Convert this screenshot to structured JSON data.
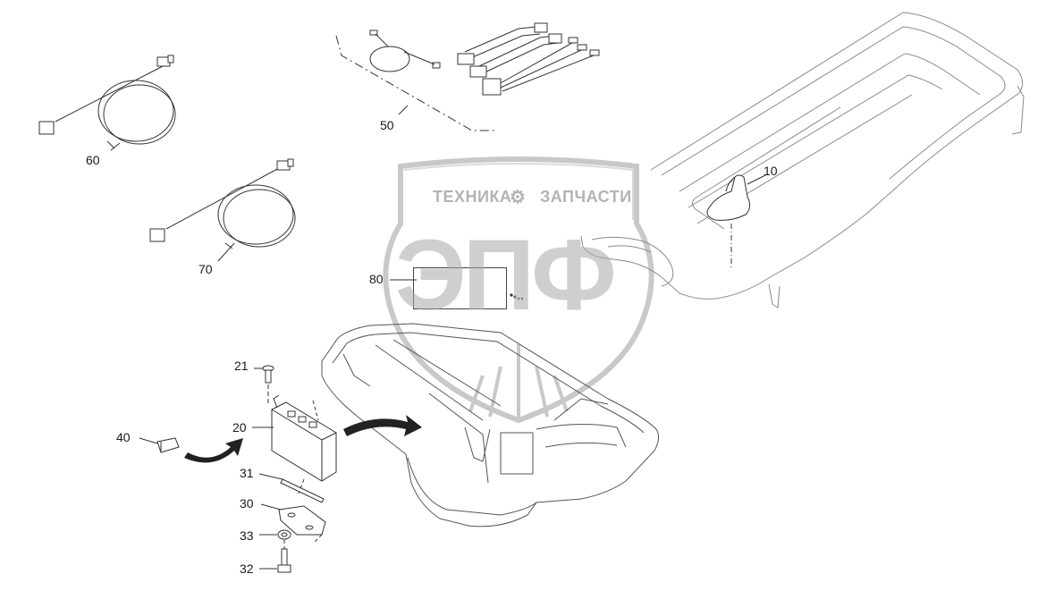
{
  "callouts": {
    "c10": "10",
    "c20": "20",
    "c21": "21",
    "c30": "30",
    "c31": "31",
    "c32": "32",
    "c33": "33",
    "c40": "40",
    "c50": "50",
    "c60": "60",
    "c70": "70",
    "c80": "80"
  },
  "watermark": {
    "left_text": "ТЕХНИКА",
    "right_text": "ЗАПЧАСТИ",
    "big_text": "ЭПФ",
    "gear_icon": "gear-icon"
  },
  "colors": {
    "line": "#333333",
    "faint_line": "#8a8a8a",
    "watermark": "#a0a0a0"
  }
}
